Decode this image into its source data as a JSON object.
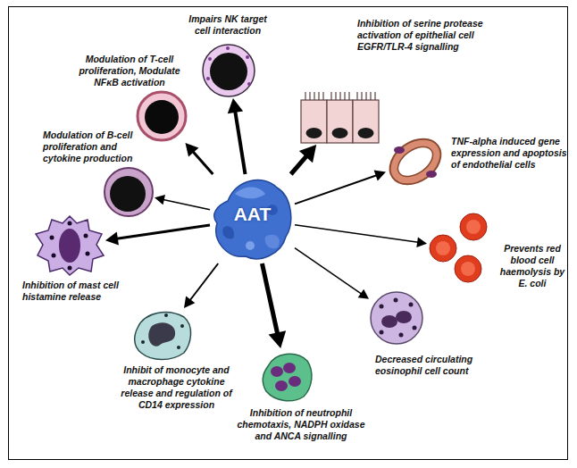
{
  "diagram": {
    "nodes": [
      {
        "text": [
          "AAT"
        ]
      },
      {
        "text": [
          "Impairs NK target cell interaction"
        ]
      },
      {
        "text": [
          "Inhibition of serine protease activation of epithelial cell EGFR/TLR-4 signalling"
        ]
      },
      {
        "text": [
          "TNF-alpha induced gene expression and apoptosis of endothelial cells"
        ]
      },
      {
        "text": [
          "Prevents red blood cell haemolysis by E. coli"
        ]
      },
      {
        "text": [
          "Decreased circulating eosinophil cell count"
        ]
      },
      {
        "text": [
          "Inhibition of neutrophil chemotaxis, NADPH oxidase and ANCA signalling"
        ]
      },
      {
        "text": [
          "Inhibit of monocyte and macrophage cytokine release and regulation of CD14 expression"
        ]
      },
      {
        "text": [
          "Inhibition of mast cell histamine release"
        ]
      },
      {
        "text": [
          "Modulation of B-cell proliferation and cytokine production"
        ]
      },
      {
        "text": [
          "Modulation of T-cell proliferation, Modulate NFκB activation"
        ]
      }
    ],
    "edges": [
      {
        "from": 0,
        "to": 1,
        "arrow": "to"
      },
      {
        "from": 0,
        "to": 2,
        "arrow": "to"
      },
      {
        "from": 0,
        "to": 3,
        "arrow": "to"
      },
      {
        "from": 0,
        "to": 4,
        "arrow": "to"
      },
      {
        "from": 0,
        "to": 5,
        "arrow": "to"
      },
      {
        "from": 0,
        "to": 6,
        "arrow": "to"
      },
      {
        "from": 0,
        "to": 7,
        "arrow": "to"
      },
      {
        "from": 0,
        "to": 8,
        "arrow": "to"
      },
      {
        "from": 0,
        "to": 9,
        "arrow": "to"
      },
      {
        "from": 0,
        "to": 10,
        "arrow": "to"
      }
    ]
  }
}
